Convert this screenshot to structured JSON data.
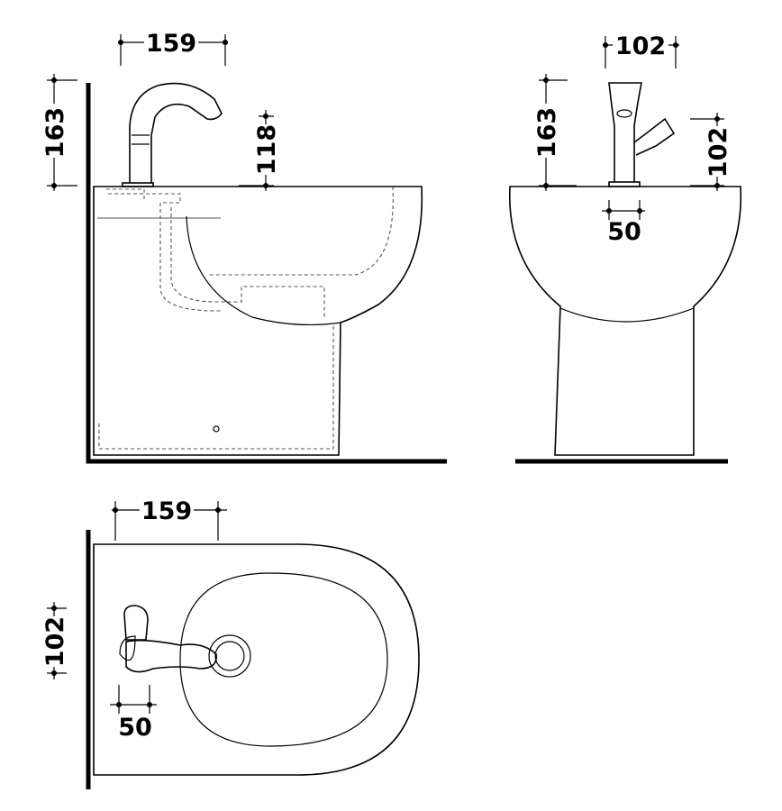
{
  "dimensions": {
    "side_width": "159",
    "side_height_total": "163",
    "side_spout_height": "118",
    "front_width": "102",
    "front_height_total": "163",
    "front_handle_height": "102",
    "front_base": "50",
    "top_width": "159",
    "top_height": "102",
    "top_base": "50"
  }
}
